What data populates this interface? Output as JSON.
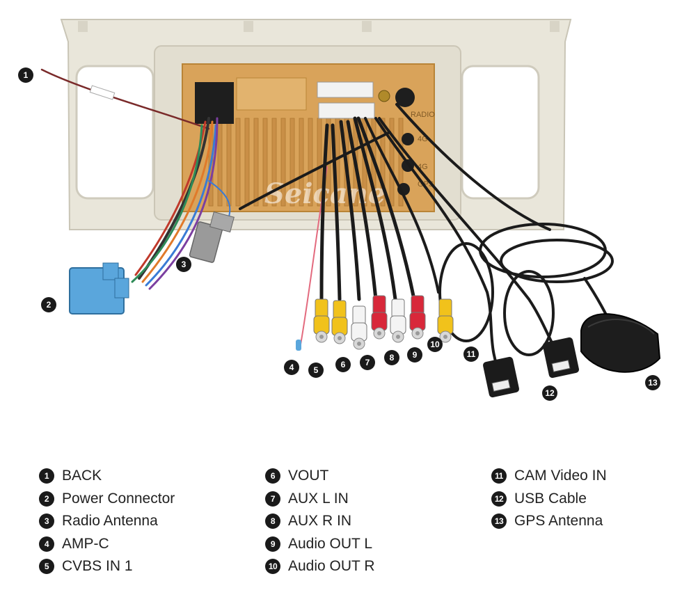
{
  "watermark": "Seicane",
  "unit_labels": [
    "RADIO",
    "4G",
    "4G",
    "GPS"
  ],
  "legend": {
    "columns": [
      [
        {
          "num": "1",
          "label": "BACK"
        },
        {
          "num": "2",
          "label": "Power Connector"
        },
        {
          "num": "3",
          "label": "Radio Antenna"
        },
        {
          "num": "4",
          "label": "AMP-C"
        },
        {
          "num": "5",
          "label": "CVBS IN 1"
        }
      ],
      [
        {
          "num": "6",
          "label": "VOUT"
        },
        {
          "num": "7",
          "label": "AUX L IN"
        },
        {
          "num": "8",
          "label": "AUX R IN"
        },
        {
          "num": "9",
          "label": "Audio OUT L"
        },
        {
          "num": "10",
          "label": "Audio OUT R"
        }
      ],
      [
        {
          "num": "11",
          "label": "CAM Video IN"
        },
        {
          "num": "12",
          "label": "USB Cable"
        },
        {
          "num": "13",
          "label": "GPS Antenna"
        }
      ]
    ]
  },
  "colors": {
    "frame": "#e9e6da",
    "unit": "#d9a35a",
    "cable": "#1b1b1b",
    "rca_yellow": "#f1c21b",
    "rca_red": "#d8283a",
    "rca_white": "#f4f4f4",
    "connector_blue": "#5aa6dc",
    "badge": "#1a1a1a"
  }
}
